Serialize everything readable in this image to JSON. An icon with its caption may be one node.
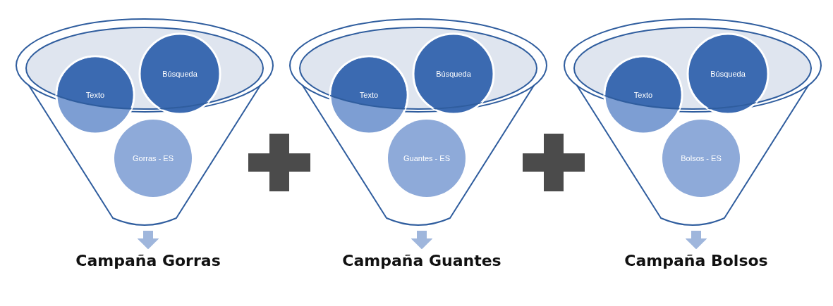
{
  "diagram": {
    "nodes": [
      {
        "text": [],
        "shape": "funnel"
      },
      {
        "text": [
          "Texto"
        ]
      },
      {
        "text": [
          "Búsqueda"
        ]
      },
      {
        "text": [
          "Gorras - ES"
        ],
        "in": 0
      },
      {
        "text": [
          "Campaña Gorras"
        ]
      },
      {
        "text": [],
        "shape": "funnel"
      },
      {
        "text": [
          "Texto"
        ]
      },
      {
        "text": [
          "Búsqueda"
        ]
      },
      {
        "text": [
          "Guantes - ES"
        ],
        "in": 5
      },
      {
        "text": [
          "Campaña Guantes"
        ]
      },
      {
        "text": [],
        "shape": "funnel"
      },
      {
        "text": [
          "Texto"
        ]
      },
      {
        "text": [
          "Búsqueda"
        ]
      },
      {
        "text": [
          "Bolsos - ES"
        ],
        "in": 10
      },
      {
        "text": [
          "Campaña Bolsos"
        ]
      }
    ],
    "edges": [
      {
        "from": 0,
        "to": 4,
        "arrow": "to"
      },
      {
        "from": 5,
        "to": 9,
        "arrow": "to"
      },
      {
        "from": 10,
        "to": 14,
        "arrow": "to"
      }
    ]
  }
}
